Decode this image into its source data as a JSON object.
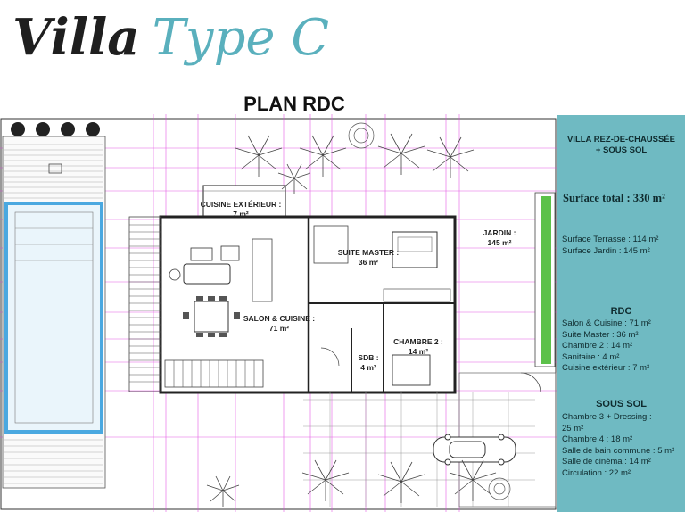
{
  "header": {
    "title_part1": "Villa",
    "title_part2": "Type C"
  },
  "plan_title": "PLAN RDC",
  "rooms": {
    "cuisine_ext": {
      "name": "CUISINE EXTÉRIEUR :",
      "area": "7 m²"
    },
    "suite_master": {
      "name": "SUITE MASTER :",
      "area": "36 m²"
    },
    "jardin": {
      "name": "JARDIN :",
      "area": "145 m²"
    },
    "salon": {
      "name": "SALON & CUISINE :",
      "area": "71 m²"
    },
    "chambre2": {
      "name": "CHAMBRE 2 :",
      "area": "14 m²"
    },
    "sdb": {
      "name": "SDB :",
      "area": "4 m²"
    }
  },
  "panel": {
    "heading": [
      "VILLA REZ-DE-CHAUSSÉE",
      "+ SOUS SOL"
    ],
    "surface_total": "Surface total : 330 m²",
    "surfaces": [
      "Surface Terrasse : 114 m²",
      "Surface Jardin : 145 m²"
    ],
    "rdc_title": "RDC",
    "rdc": [
      "Salon & Cuisine : 71 m²",
      "Suite Master : 36 m²",
      "Chambre 2 : 14 m²",
      "Sanitaire : 4 m²",
      "Cuisine extérieur : 7 m²"
    ],
    "sous_sol_title": "SOUS SOL",
    "sous_sol": [
      "Chambre 3 + Dressing :",
      "25 m²",
      "Chambre 4 : 18 m²",
      "Salle de bain commune : 5 m²",
      "Salle de cinéma : 14 m²",
      "Circulation : 22 m²"
    ]
  },
  "colors": {
    "accent_teal": "#5ab0bd",
    "panel_bg": "#6fbac2",
    "plan_lines": "#e040e0",
    "pool_blue": "#4aa8e0",
    "hedge_green": "#5cc14a"
  }
}
